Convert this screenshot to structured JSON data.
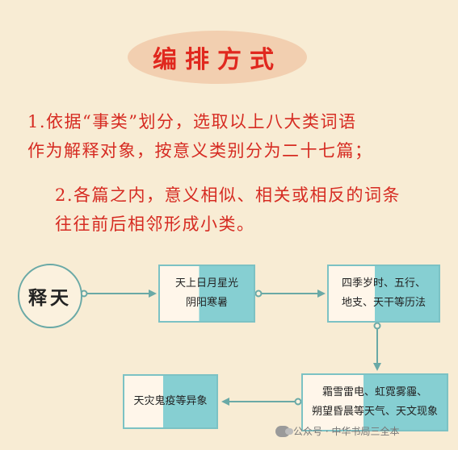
{
  "title": "编排方式",
  "paragraph1": {
    "line1": "1.依据“事类”划分，选取以上八大类词语",
    "line2": "作为解释对象，按意义类别分为二十七篇；"
  },
  "paragraph2": {
    "line1": "2.各篇之内，意义相似、相关或相反的词条",
    "line2": "往往前后相邻形成小类。"
  },
  "flow": {
    "root": "释天",
    "box1": {
      "line1": "天上日月星光",
      "line2": "阴阳寒暑"
    },
    "box2": {
      "line1": "四季岁时、五行、",
      "line2": "地支、天干等历法"
    },
    "box3": {
      "line1": "霜雪雷电、虹霓雾霾、",
      "line2": "朔望昏晨等天气、天文现象"
    },
    "box4": {
      "line1": "天灾鬼疫等异象"
    }
  },
  "watermark": "公众号 · 中华书局三全本",
  "colors": {
    "background": "#f8ecd4",
    "title_oval": "#f2cfb0",
    "accent_red": "#e0281e",
    "teal": "#86cfd2",
    "teal_line": "#6aa9a6"
  }
}
